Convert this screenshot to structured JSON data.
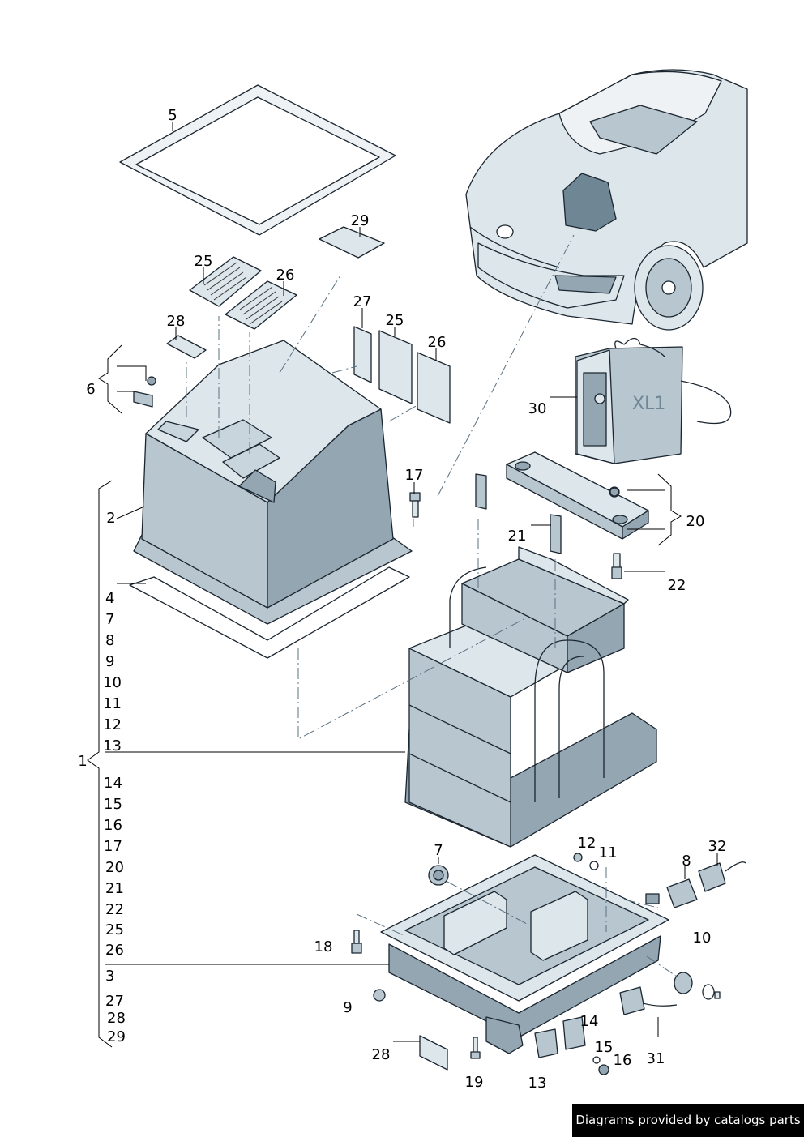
{
  "callouts": {
    "c1": "1",
    "c2": "2",
    "c3": "3",
    "c4": "4",
    "c5": "5",
    "c6": "6",
    "c7": "7",
    "c8": "8",
    "c9": "9",
    "c10": "10",
    "c11": "11",
    "c12": "12",
    "c13": "13",
    "c14": "14",
    "c15": "15",
    "c16": "16",
    "c17": "17",
    "c18": "18",
    "c19": "19",
    "c20": "20",
    "c21": "21",
    "c22": "22",
    "c25": "25",
    "c26": "26",
    "c27": "27",
    "c28": "28",
    "c29": "29",
    "c30": "30",
    "c31": "31",
    "c32": "32"
  },
  "kit_list": [
    "4",
    "7",
    "8",
    "9",
    "10",
    "11",
    "12",
    "13",
    "14",
    "15",
    "16",
    "17",
    "20",
    "21",
    "22",
    "25",
    "26",
    "3",
    "27",
    "28",
    "29"
  ],
  "unit_badge": "XL1",
  "credit": "Diagrams provided by catalogs parts"
}
